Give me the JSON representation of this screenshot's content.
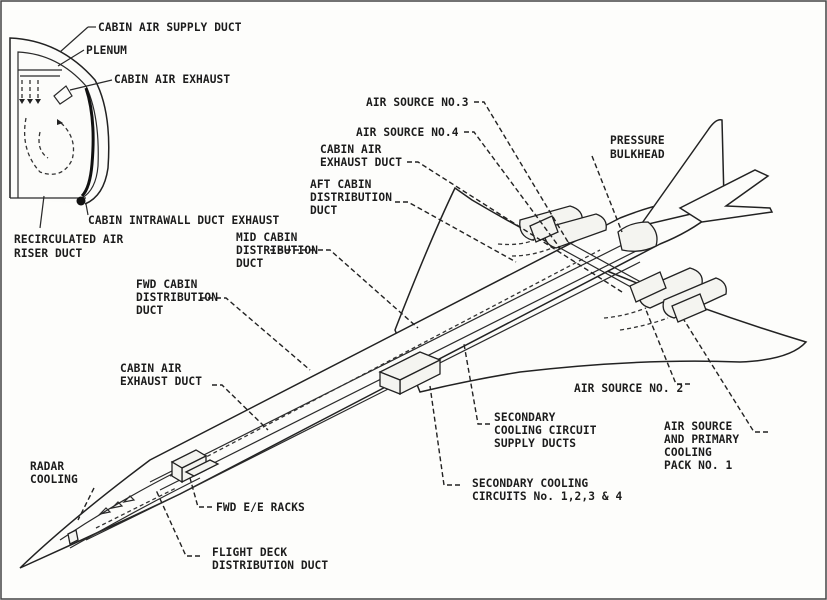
{
  "labels": {
    "cabin_air_supply_duct": "CABIN AIR SUPPLY DUCT",
    "plenum": "PLENUM",
    "cabin_air_exhaust": "CABIN AIR EXHAUST",
    "cabin_intrawall_duct_exhaust": "CABIN INTRAWALL DUCT EXHAUST",
    "recirculated_air_1": "RECIRCULATED AIR",
    "recirculated_air_2": "RISER DUCT",
    "air_source_3": "AIR SOURCE NO.3",
    "air_source_4": "AIR SOURCE NO.4",
    "pressure_bulkhead_1": "PRESSURE",
    "pressure_bulkhead_2": "BULKHEAD",
    "cabin_air_exhaust_duct_top_1": "CABIN AIR",
    "cabin_air_exhaust_duct_top_2": "EXHAUST DUCT",
    "aft_cabin_1": "AFT CABIN",
    "aft_cabin_2": "DISTRIBUTION",
    "aft_cabin_3": "DUCT",
    "mid_cabin_1": "MID CABIN",
    "mid_cabin_2": "DISTRIBUTION",
    "mid_cabin_3": "DUCT",
    "fwd_cabin_1": "FWD CABIN",
    "fwd_cabin_2": "DISTRIBUTION",
    "fwd_cabin_3": "DUCT",
    "cabin_air_exhaust_duct_1": "CABIN AIR",
    "cabin_air_exhaust_duct_2": "EXHAUST DUCT",
    "air_source_2": "AIR SOURCE NO. 2",
    "secondary_supply_1": "SECONDARY",
    "secondary_supply_2": "COOLING CIRCUIT",
    "secondary_supply_3": "SUPPLY DUCTS",
    "air_source_primary_1": "AIR SOURCE",
    "air_source_primary_2": "AND PRIMARY",
    "air_source_primary_3": "COOLING",
    "air_source_primary_4": "PACK NO. 1",
    "radar_cooling_1": "RADAR",
    "radar_cooling_2": "COOLING",
    "secondary_circuits_1": "SECONDARY COOLING",
    "secondary_circuits_2": "CIRCUITS No. 1,2,3 & 4",
    "fwd_ee_racks": "FWD E/E RACKS",
    "flight_deck_1": "FLIGHT DECK",
    "flight_deck_2": "DISTRIBUTION DUCT"
  }
}
